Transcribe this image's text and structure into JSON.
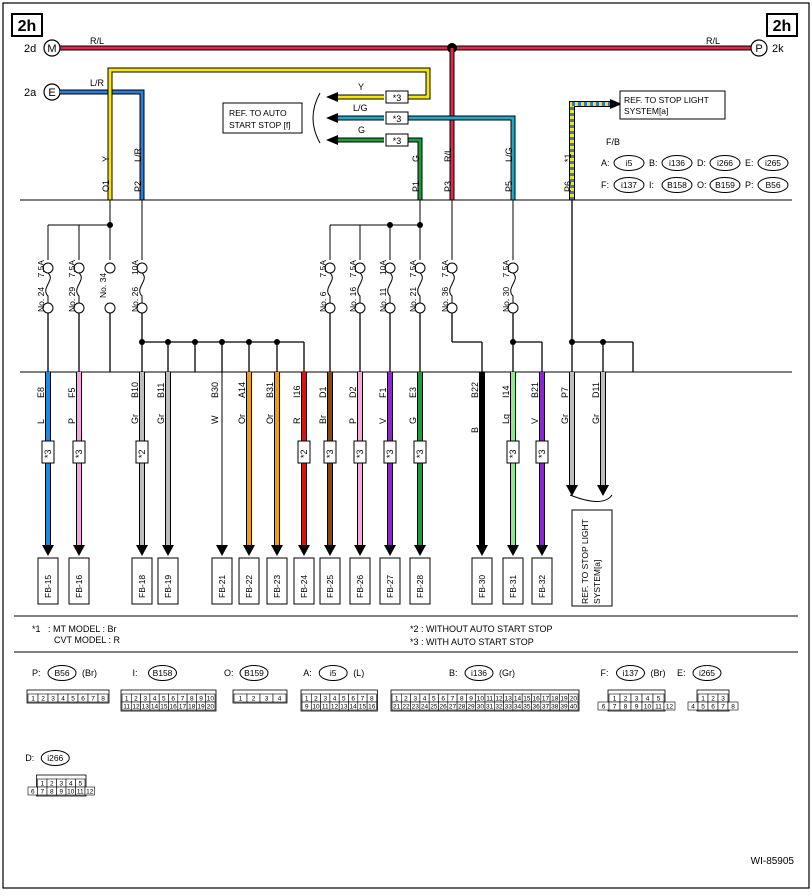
{
  "page": {
    "corner_left": "2h",
    "corner_right": "2h",
    "figure_id": "WI-85905"
  },
  "terminals": {
    "d2": {
      "label": "2d",
      "symbol": "M"
    },
    "a2": {
      "label": "2a",
      "symbol": "E"
    },
    "k2": {
      "label": "2k",
      "symbol": "P"
    }
  },
  "wire_labels": {
    "top_rl_left": "R/L",
    "top_rl_right": "R/L",
    "lr_top": "L/R",
    "y": "Y",
    "lg": "L/G",
    "g": "G"
  },
  "refs": {
    "auto_start_stop": [
      "REF. TO AUTO",
      "START STOP [f]"
    ],
    "stop_light_top": [
      "REF. TO STOP LIGHT",
      "SYSTEM[a]"
    ],
    "stop_light_bottom": [
      "REF. TO STOP LIGHT",
      "SYSTEM[a]"
    ]
  },
  "box_header": "F/B",
  "connector_legend": [
    {
      "key": "A:",
      "id": "i5"
    },
    {
      "key": "B:",
      "id": "i136"
    },
    {
      "key": "D:",
      "id": "i266"
    },
    {
      "key": "E:",
      "id": "i265"
    },
    {
      "key": "F:",
      "id": "i137"
    },
    {
      "key": "I:",
      "id": "B158"
    },
    {
      "key": "O:",
      "id": "B159"
    },
    {
      "key": "P:",
      "id": "B56"
    }
  ],
  "upper_pins": [
    {
      "pin": "O1",
      "color": "Y"
    },
    {
      "pin": "P2",
      "color": "L/R"
    },
    {
      "pin": "P1",
      "color": "G"
    },
    {
      "pin": "P3",
      "color": "R/L"
    },
    {
      "pin": "P5",
      "color": "L/G"
    },
    {
      "pin": "P6",
      "color": "*1"
    }
  ],
  "fuses": [
    {
      "no": "No. 24",
      "amp": "7.5A"
    },
    {
      "no": "No. 29",
      "amp": "7.5A"
    },
    {
      "no": "No. 34",
      "amp": ""
    },
    {
      "no": "No. 26",
      "amp": "10A"
    },
    {
      "no": "No. 6",
      "amp": "7.5A"
    },
    {
      "no": "No. 16",
      "amp": "7.5A"
    },
    {
      "no": "No. 11",
      "amp": "10A"
    },
    {
      "no": "No. 21",
      "amp": "7.5A"
    },
    {
      "no": "No. 36",
      "amp": "7.5A"
    },
    {
      "no": "No. 30",
      "amp": "7.5A"
    }
  ],
  "outputs": [
    {
      "pin": "E8",
      "color": "L",
      "mark": "*3",
      "dest": "FB-15",
      "hex": "#1e88e5"
    },
    {
      "pin": "F5",
      "color": "P",
      "mark": "*3",
      "dest": "FB-16",
      "hex": "#f4a7d8"
    },
    {
      "pin": "B10",
      "color": "Gr",
      "mark": "*2",
      "dest": "FB-18",
      "hex": "#bdbdbd"
    },
    {
      "pin": "B11",
      "color": "Gr",
      "mark": "",
      "dest": "FB-19",
      "hex": "#bdbdbd"
    },
    {
      "pin": "B30",
      "color": "W",
      "mark": "",
      "dest": "FB-21",
      "hex": "#ffffff"
    },
    {
      "pin": "A14",
      "color": "Or",
      "mark": "",
      "dest": "FB-22",
      "hex": "#f39c12"
    },
    {
      "pin": "B31",
      "color": "Or",
      "mark": "",
      "dest": "FB-23",
      "hex": "#f39c12"
    },
    {
      "pin": "I16",
      "color": "R",
      "mark": "*2",
      "dest": "FB-24",
      "hex": "#e01010"
    },
    {
      "pin": "D1",
      "color": "Br",
      "mark": "*3",
      "dest": "FB-25",
      "hex": "#8b4513"
    },
    {
      "pin": "D2",
      "color": "P",
      "mark": "*3",
      "dest": "FB-26",
      "hex": "#f4a7d8"
    },
    {
      "pin": "F1",
      "color": "V",
      "mark": "*3",
      "dest": "FB-27",
      "hex": "#8e24d4"
    },
    {
      "pin": "E3",
      "color": "G",
      "mark": "*3",
      "dest": "FB-28",
      "hex": "#1b9e3a"
    },
    {
      "pin": "B22",
      "color": "B",
      "mark": "",
      "dest": "FB-30",
      "hex": "#000000"
    },
    {
      "pin": "I14",
      "color": "Lg",
      "mark": "*3",
      "dest": "FB-31",
      "hex": "#8fe88f"
    },
    {
      "pin": "B21",
      "color": "V",
      "mark": "*3",
      "dest": "FB-32",
      "hex": "#8e24d4"
    },
    {
      "pin": "P7",
      "color": "Gr",
      "mark": "",
      "dest": "",
      "hex": "#bdbdbd"
    },
    {
      "pin": "D11",
      "color": "Gr",
      "mark": "",
      "dest": "",
      "hex": "#bdbdbd"
    }
  ],
  "notes": {
    "n1_key": "*1",
    "n1_line1": ": MT MODEL  : Br",
    "n1_line2": "CVT MODEL  : R",
    "n2": "*2  : WITHOUT AUTO START STOP",
    "n3": "*3  : WITH AUTO START STOP"
  },
  "connectors": [
    {
      "key": "P:",
      "id": "B56",
      "color": "(Br)",
      "row1": [
        "1",
        "2",
        "3",
        "4",
        "5",
        "6",
        "7",
        "8"
      ],
      "row2": []
    },
    {
      "key": "I:",
      "id": "B158",
      "color": "",
      "row1": [
        "1",
        "2",
        "3",
        "4",
        "5",
        "6",
        "7",
        "8",
        "9",
        "10"
      ],
      "row2": [
        "11",
        "12",
        "13",
        "14",
        "15",
        "16",
        "17",
        "18",
        "19",
        "20"
      ]
    },
    {
      "key": "O:",
      "id": "B159",
      "color": "",
      "row1": [
        "1",
        "2",
        "3",
        "4"
      ],
      "row2": []
    },
    {
      "key": "A:",
      "id": "i5",
      "color": "(L)",
      "row1": [
        "1",
        "2",
        "3",
        "4",
        "5",
        "6",
        "7",
        "8"
      ],
      "row2": [
        "9",
        "10",
        "11",
        "12",
        "13",
        "14",
        "15",
        "16"
      ]
    },
    {
      "key": "B:",
      "id": "i136",
      "color": "(Gr)",
      "row1": [
        "1",
        "2",
        "3",
        "4",
        "5",
        "6",
        "7",
        "8",
        "9",
        "10",
        "11",
        "12",
        "13",
        "14",
        "15",
        "16",
        "17",
        "18",
        "19",
        "20"
      ],
      "row2": [
        "21",
        "22",
        "23",
        "24",
        "25",
        "26",
        "27",
        "28",
        "29",
        "30",
        "31",
        "32",
        "33",
        "34",
        "35",
        "36",
        "37",
        "38",
        "39",
        "40"
      ]
    },
    {
      "key": "F:",
      "id": "i137",
      "color": "(Br)",
      "row1": [
        "1",
        "2",
        "3",
        "4",
        "5"
      ],
      "row2": [
        "6",
        "7",
        "8",
        "9",
        "10",
        "11",
        "12"
      ]
    },
    {
      "key": "E:",
      "id": "i265",
      "color": "",
      "row1": [
        "1",
        "2",
        "3"
      ],
      "row2": [
        "4",
        "5",
        "6",
        "7",
        "8"
      ]
    },
    {
      "key": "D:",
      "id": "i266",
      "color": "",
      "row1": [
        "1",
        "2",
        "3",
        "4",
        "5"
      ],
      "row2": [
        "6",
        "7",
        "8",
        "9",
        "10",
        "11",
        "12"
      ]
    }
  ]
}
